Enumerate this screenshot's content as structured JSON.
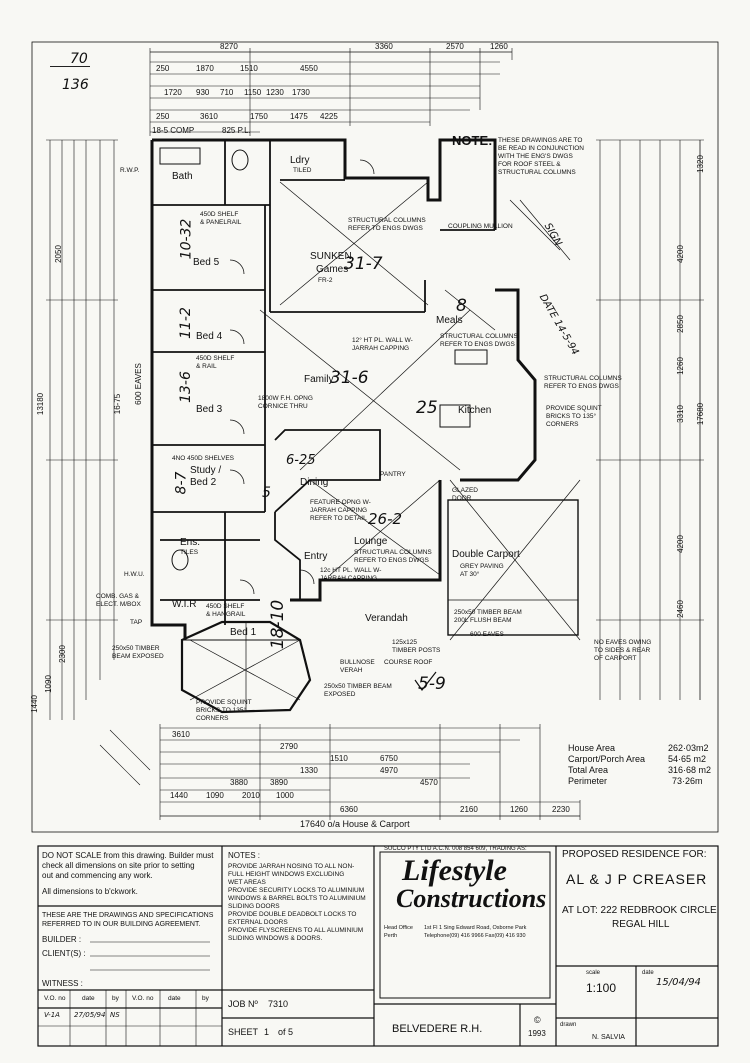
{
  "margin_notes": {
    "top": "70",
    "bottom": "136"
  },
  "dimensions_top": {
    "overall": [
      "8270",
      "3360",
      "2570",
      "1260"
    ],
    "row_a": [
      "250",
      "1870",
      "1510",
      "4550"
    ],
    "row_b": [
      "1720",
      "930",
      "710",
      "1150",
      "1230",
      "1730"
    ],
    "row_c": [
      "250",
      "3610",
      "1750",
      "1475",
      "4225"
    ],
    "row_d": [
      "18-5 COMP",
      "825 P.L."
    ]
  },
  "dimensions_bottom": {
    "overall": "17640 o/a House & Carport",
    "row_a": [
      "6360",
      "2160",
      "1260",
      "2230"
    ],
    "row_b": [
      "1440",
      "1090",
      "2010",
      "1000"
    ],
    "row_c": [
      "3610",
      "2790",
      "6750",
      "4970",
      "4570"
    ],
    "row_d": [
      "3880",
      "3890",
      "1330",
      "1510"
    ]
  },
  "dimensions_left": [
    "13180",
    "2050",
    "16-75",
    "600 EAVES",
    "1440",
    "1090",
    "2300"
  ],
  "dimensions_right": [
    "1320",
    "4200",
    "2850",
    "1260",
    "3310",
    "17680",
    "4200",
    "2460"
  ],
  "rooms": {
    "bath": "Bath",
    "ldry": "Ldry",
    "ldry_sub": "TILED",
    "sunken": "SUNKEN",
    "games": "Games",
    "games_sub": "FR-2",
    "bed5": "Bed 5",
    "bed4": "Bed 4",
    "bed3": "Bed 3",
    "study": "Study /",
    "bed2": "Bed 2",
    "family": "Family",
    "meals": "Meals",
    "kitchen": "Kitchen",
    "dining": "Dining",
    "lounge": "Lounge",
    "entry": "Entry",
    "ens": "Ens.",
    "ens_sub": "TILES",
    "bed1": "Bed 1",
    "wir": "W.I.R",
    "carport": "Double Carport",
    "verandah": "Verandah",
    "pantry": "PANTRY"
  },
  "hand_annotations": {
    "bed5": "10-32",
    "bed4": "11-2",
    "bed3": "13-6",
    "study": "8-7",
    "games": "31-7",
    "family": "31-6",
    "meals": "8",
    "kitchen": "25",
    "dining": "6-25",
    "lounge": "26-2",
    "bed1": "18-10",
    "verandah": "5-9",
    "five": "5"
  },
  "plan_notes": {
    "note_title": "NOTE:",
    "note_body": [
      "THESE DRAWINGS ARE TO",
      "BE READ IN CONJUNCTION",
      "WITH THE ENG'S DWGS",
      "FOR ROOF STEEL &",
      "STRUCTURAL COLUMNS"
    ],
    "structural_games": [
      "STRUCTURAL COLUMNS",
      "REFER TO ENGS DWGS"
    ],
    "structural_meals": [
      "STRUCTURAL COLUMNS",
      "REFER TO ENGS DWGS"
    ],
    "structural_lounge": [
      "STRUCTURAL COLUMNS",
      "REFER TO ENGS DWGS"
    ],
    "coupling": "COUPLING MULLION",
    "wall_meals": [
      "12° HT PL. WALL W-",
      "JARRAH CAPPING"
    ],
    "family_opng": [
      "1800W F.H. OPNG",
      "CORNICE THRU"
    ],
    "feature_opng": [
      "FEATURE OPNG W-",
      "JARRAH CAPPING",
      "REFER TO DETAIL"
    ],
    "wall_lounge": [
      "12c HT PL. WALL W-",
      "JARRAH CAPPING"
    ],
    "shelves_study": "4NO 450D SHELVES",
    "shelf_bed4": [
      "450D SHELF",
      "& RAIL"
    ],
    "shelf_bath": [
      "450D SHELF",
      "& PANELRAIL"
    ],
    "linen": [
      "450D SHELF",
      "& HANGRAIL"
    ],
    "squint_bed1": [
      "PROVIDE SQUINT",
      "BRICKS TO 135°",
      "CORNERS"
    ],
    "squint_kitchen": [
      "PROVIDE SQUINT",
      "BRICKS TO 135°",
      "CORNERS"
    ],
    "structural_kitchen": [
      "STRUCTURAL COLUMNS",
      "REFER TO ENGS DWGS"
    ],
    "carport_floor": [
      "GREY PAVING",
      "AT 30°"
    ],
    "timber_carport": [
      "250x50 TIMBER BEAM",
      "200L FLUSH BEAM"
    ],
    "timber_left": [
      "250x50 TIMBER",
      "BEAM EXPOSED"
    ],
    "timber_posts": [
      "125x125",
      "TIMBER POSTS"
    ],
    "bullnose": [
      "BULLNOSE",
      "VERAH"
    ],
    "course": "COURSE ROOF",
    "timber_beam_front": [
      "250x50 TIMBER BEAM",
      "EXPOSED"
    ],
    "no_eaves": [
      "NO EAVES OWING",
      "TO SIDES & REAR",
      "OF CARPORT"
    ],
    "rwp": "R.W.P.",
    "hwu": "H.W.U.",
    "comb_gas": [
      "COMB. GAS &",
      "ELECT. M/BOX"
    ],
    "tap": "TAP",
    "glazed_door": [
      "GLAZED",
      "DOOR"
    ],
    "eaves_front": "600 EAVES",
    "sign_text": "SIGN",
    "date_hand": "DATE 14-5-94"
  },
  "areas": {
    "house_label": "House Area",
    "house_value": "262·03m2",
    "carport_label": "Carport/Porch Area",
    "carport_value": "54·65 m2",
    "total_label": "Total Area",
    "total_value": "316·68 m2",
    "perimeter_label": "Perimeter",
    "perimeter_value": "73·26m"
  },
  "title_block": {
    "do_not_scale": [
      "DO NOT SCALE from this drawing. Builder must",
      "check all dimensions on site prior to setting",
      "out and commencing any work."
    ],
    "dims_in_bk": "All dimensions to b'ckwork.",
    "these_are": [
      "THESE ARE THE DRAWINGS AND SPECIFICATIONS",
      "REFERRED TO IN OUR BUILDING AGREEMENT."
    ],
    "builder_label": "BUILDER :",
    "clients_label": "CLIENT(S) :",
    "witness_label": "WITNESS :",
    "vo_headers": [
      "V.O. no",
      "date",
      "by",
      "V.O. no",
      "date",
      "by"
    ],
    "vo_row": [
      "V-1A",
      "27/05/94",
      "NS"
    ],
    "notes_title": "NOTES :",
    "notes": [
      "PROVIDE JARRAH NOSING TO ALL NON-",
      "FULL HEIGHT WINDOWS EXCLUDING",
      "WET AREAS",
      "PROVIDE SECURITY LOCKS TO ALUMINIUM",
      "WINDOWS & BARREL BOLTS TO ALUMINIUM",
      "SLIDING DOORS",
      "PROVIDE DOUBLE DEADBOLT LOCKS TO",
      "EXTERNAL DOORS",
      "PROVIDE FLYSCREENS TO ALL ALUMINIUM",
      "SLIDING WINDOWS & DOORS."
    ],
    "company_header": "SUCCO PTY LTD A.C.N. 008 854 609, TRADING AS:",
    "logo_line1": "Lifestyle",
    "logo_line2": "Constructions",
    "office_label": "Head Office",
    "office_city": "Perth",
    "address": "1st Fl 1 Sing Edward Road, Osborne Park",
    "phone": "Telephone(09) 416 9966  Fax(09) 416 930",
    "proposed": "PROPOSED RESIDENCE FOR:",
    "client_name": "AL & J P  CREASER",
    "lot": "AT LOT: 222 REDBROOK CIRCLE",
    "suburb": "REGAL HILL",
    "job_label": "JOB Nº",
    "job_no": "7310",
    "sheet_label": "SHEET",
    "sheet_no": "1",
    "sheet_of": "of 5",
    "design": "BELVEDERE R.H.",
    "copyright": "©",
    "year": "1993",
    "scale_label": "scale",
    "scale": "1:100",
    "date_label": "date",
    "date": "15/04/94",
    "drawn_label": "drawn",
    "drawn": "N. SALVIA"
  },
  "colors": {
    "ink": "#111111",
    "paper": "#f8f8f4"
  }
}
